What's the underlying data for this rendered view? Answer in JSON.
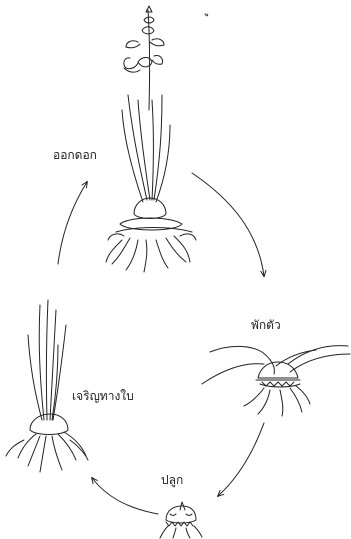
{
  "labels": {
    "top_fragment": "ู",
    "flowering": "ออกดอก",
    "dormancy": "พักตัว",
    "leaf_growth": "เจริญทางใบ",
    "planting": "ปลูก"
  },
  "stages": [
    {
      "name": "flowering",
      "label": "ออกดอก"
    },
    {
      "name": "dormancy",
      "label": "พักตัว"
    },
    {
      "name": "planting",
      "label": "ปลูก"
    },
    {
      "name": "leaf_growth",
      "label": "เจริญทางใบ"
    }
  ],
  "colors": {
    "ink": "#222222",
    "background": "#ffffff"
  }
}
